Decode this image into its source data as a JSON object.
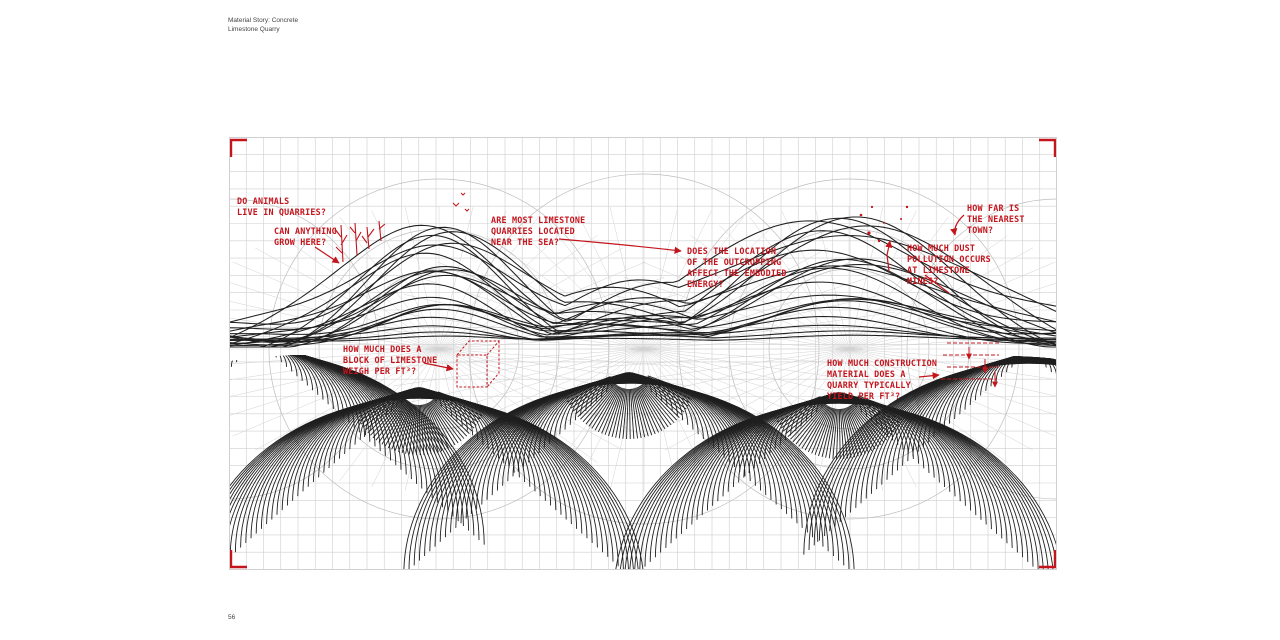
{
  "header": {
    "line1": "Material Story: Concrete",
    "line2": "Limestone Quarry"
  },
  "page_number": "56",
  "colors": {
    "annotation": "#c4141c",
    "ink": "#1f1f1f",
    "grid": "#c9c9c9"
  },
  "annotations": {
    "animals": [
      "DO ANIMALS",
      "LIVE IN QUARRIES?"
    ],
    "grow": [
      "CAN ANYTHING",
      "GROW HERE?"
    ],
    "sea": [
      "ARE MOST LIMESTONE",
      "QUARRIES LOCATED",
      "NEAR THE SEA?"
    ],
    "outcropping": [
      "DOES THE LOCATION",
      "OF THE OUTCROPPING",
      "AFFECT THE EMBODIED",
      "ENERGY?"
    ],
    "town": [
      "HOW FAR IS",
      "THE NEAREST",
      "TOWN?"
    ],
    "dust": [
      "HOW MUCH DUST",
      "POLLUTION OCCURS",
      "AT LIMESTONE",
      "MINES?"
    ],
    "block": [
      "HOW MUCH DOES A",
      "BLOCK OF LIMESTONE",
      "WEIGH PER FT³?"
    ],
    "yield": [
      "HOW MUCH CONSTRUCTION",
      "MATERIAL DOES A",
      "QUARRY TYPICALLY",
      "YIELD PER FT³?"
    ]
  }
}
